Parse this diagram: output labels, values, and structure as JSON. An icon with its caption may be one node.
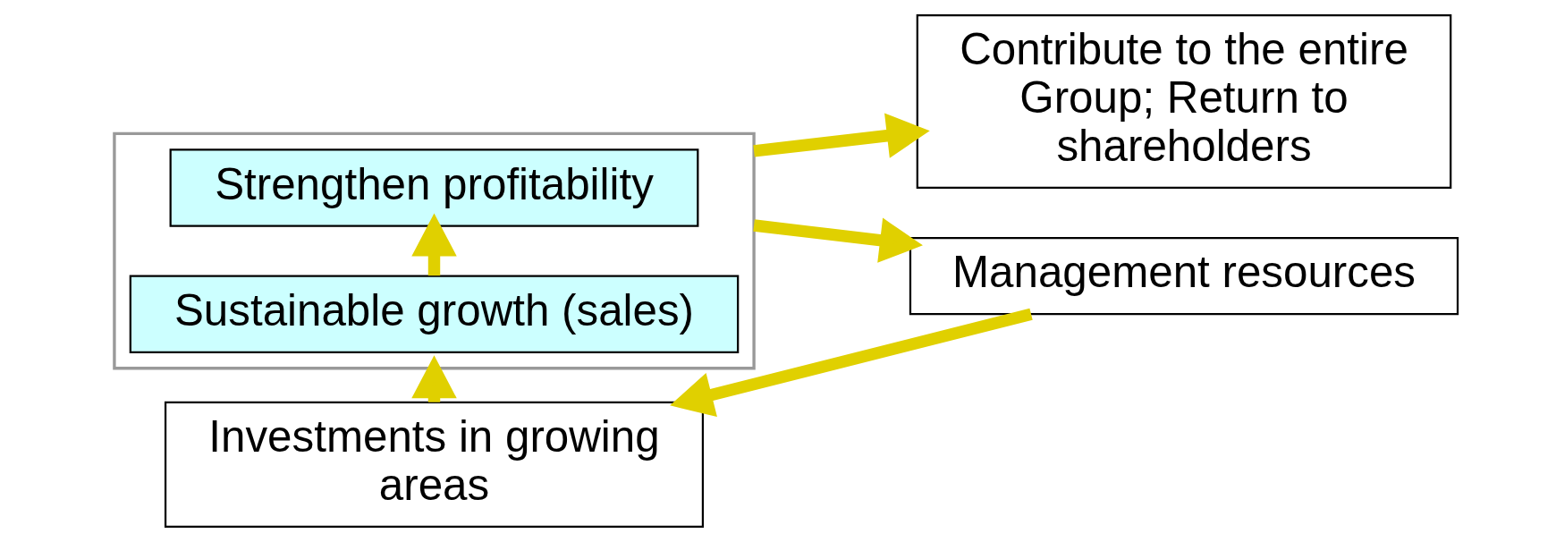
{
  "diagram": {
    "nodes": [
      {
        "text": [],
        "shape": "box"
      },
      {
        "text": [
          "Strengthen profitability"
        ],
        "in": 0
      },
      {
        "text": [
          "Sustainable growth (sales)"
        ],
        "in": 0
      },
      {
        "text": [
          "Contribute to the entire Group; Return to shareholders"
        ]
      },
      {
        "text": [
          "Management resources"
        ]
      },
      {
        "text": [
          "Investments in growing areas"
        ]
      }
    ],
    "edges": [
      {
        "from": 2,
        "to": 1,
        "arrow": "to"
      },
      {
        "from": 0,
        "to": 3,
        "arrow": "to"
      },
      {
        "from": 0,
        "to": 4,
        "arrow": "to"
      },
      {
        "from": 4,
        "to": 5,
        "arrow": "to"
      },
      {
        "from": 5,
        "to": 0,
        "arrow": "to"
      }
    ]
  }
}
